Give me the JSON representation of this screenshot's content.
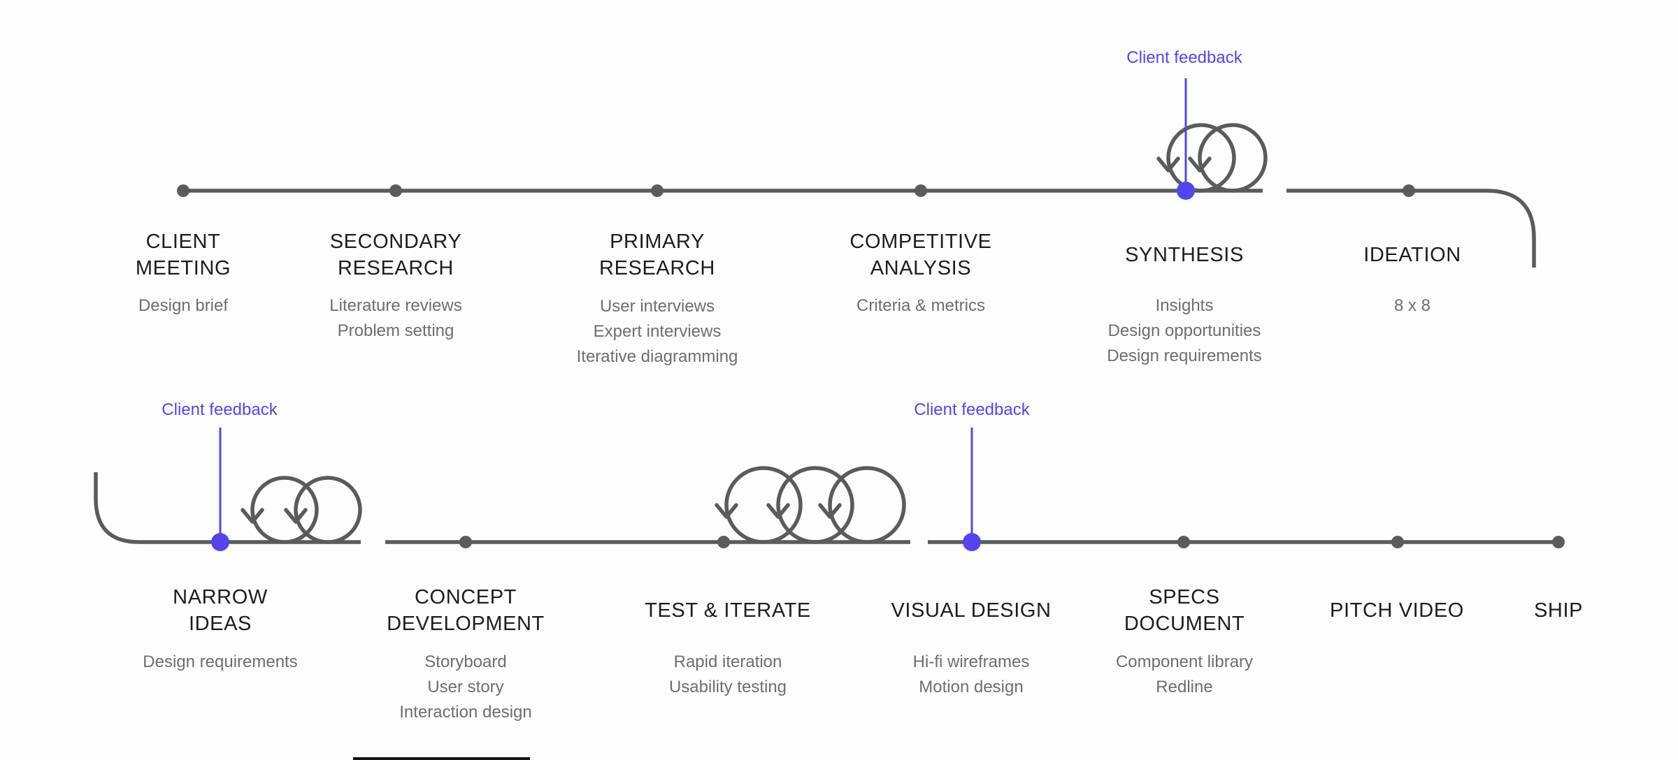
{
  "colors": {
    "accent": "#5645EC",
    "line": "#5B5B5B",
    "heading": "#1D1D1D",
    "details": "#6E6E6E",
    "background": "#FDFDFD"
  },
  "feedback": {
    "label": "Client feedback"
  },
  "icons": [
    {
      "name": "iteration-loop-icon-synthesis",
      "loops": 2
    },
    {
      "name": "iteration-loop-icon-narrow-ideas",
      "loops": 2
    },
    {
      "name": "iteration-loop-icon-test-iterate",
      "loops": 3
    }
  ],
  "stages": [
    {
      "id": "client-meeting",
      "title": "CLIENT\nMEETING",
      "details": "Design brief"
    },
    {
      "id": "secondary-research",
      "title": "SECONDARY\nRESEARCH",
      "details": "Literature reviews\nProblem setting"
    },
    {
      "id": "primary-research",
      "title": "PRIMARY\nRESEARCH",
      "details": "User interviews\nExpert interviews\nIterative diagramming"
    },
    {
      "id": "competitive-analysis",
      "title": "COMPETITIVE\nANALYSIS",
      "details": "Criteria & metrics"
    },
    {
      "id": "synthesis",
      "title": "SYNTHESIS",
      "details": "Insights\nDesign opportunities\nDesign requirements"
    },
    {
      "id": "ideation",
      "title": "IDEATION",
      "details": "8 x 8"
    },
    {
      "id": "narrow-ideas",
      "title": "NARROW\nIDEAS",
      "details": "Design requirements"
    },
    {
      "id": "concept-development",
      "title": "CONCEPT\nDEVELOPMENT",
      "details": "Storyboard\nUser story\nInteraction design"
    },
    {
      "id": "test-iterate",
      "title": "TEST & ITERATE",
      "details": "Rapid iteration\nUsability testing"
    },
    {
      "id": "visual-design",
      "title": "VISUAL DESIGN",
      "details": "Hi-fi wireframes\nMotion design"
    },
    {
      "id": "specs-document",
      "title": "SPECS\nDOCUMENT",
      "details": "Component library\nRedline"
    },
    {
      "id": "pitch-video",
      "title": "PITCH VIDEO",
      "details": ""
    },
    {
      "id": "ship",
      "title": "SHIP",
      "details": ""
    }
  ]
}
